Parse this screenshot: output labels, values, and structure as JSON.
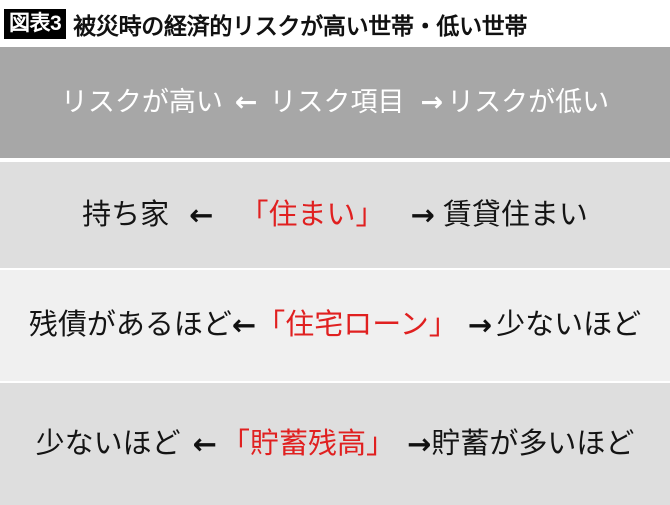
{
  "title": {
    "badge": "図表3",
    "heading": "被災時の経済的リスクが高い世帯・低い世帯"
  },
  "colors": {
    "header_band": "#a7a7a7",
    "row_gray": "#dedede",
    "row_white": "#f0f0f0",
    "item_red": "#e02020",
    "text_black": "#141414",
    "badge_bg": "#000000",
    "badge_text": "#ffffff"
  },
  "table": {
    "header": {
      "left_label": "リスクが高い",
      "left_arrow": "←",
      "center_label": "リスク項目",
      "right_arrow": "→",
      "right_label": "リスクが低い"
    },
    "rows": [
      {
        "left_label": "持ち家",
        "left_arrow": "←",
        "item_label": "「住まい」",
        "right_arrow": "→",
        "right_label": "賃貸住まい"
      },
      {
        "left_label": "残債があるほど",
        "left_arrow": "←",
        "item_label": "「住宅ローン」",
        "right_arrow": "→",
        "right_label": "少ないほど"
      },
      {
        "left_label": "少ないほど",
        "left_arrow": "←",
        "item_label": "「貯蓄残高」",
        "right_arrow": "→",
        "right_label": "貯蓄が多いほど"
      }
    ]
  }
}
